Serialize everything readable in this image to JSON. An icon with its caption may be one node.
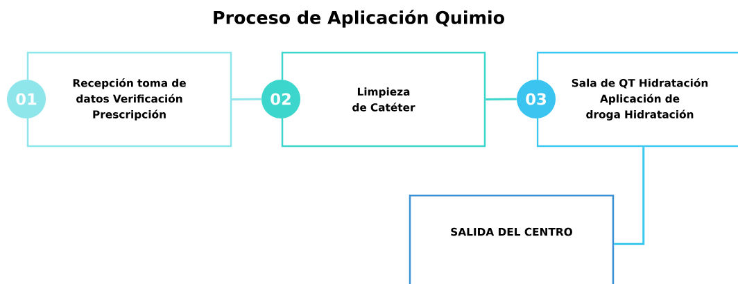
{
  "diagram": {
    "title": "Proceso de Aplicación Quimio",
    "nodes": [
      {
        "text": [
          "01"
        ]
      },
      {
        "text": [
          "Recepción toma de datos Verificación Prescripción"
        ]
      },
      {
        "text": [
          "02"
        ]
      },
      {
        "text": [
          "Limpieza de Catéter"
        ]
      },
      {
        "text": [
          "03"
        ]
      },
      {
        "text": [
          "Sala de QT Hidratación Aplicación de droga Hidratación"
        ]
      },
      {
        "text": [
          "SALIDA DEL CENTRO"
        ]
      }
    ],
    "edges": [
      {
        "from": 1,
        "to": 2,
        "arrow": "none",
        "color": "#8ee6ea"
      },
      {
        "from": 3,
        "to": 4,
        "arrow": "none",
        "color": "#3dd6cc"
      },
      {
        "from": 5,
        "to": 6,
        "arrow": "none",
        "color": "#38c8f0"
      }
    ]
  }
}
